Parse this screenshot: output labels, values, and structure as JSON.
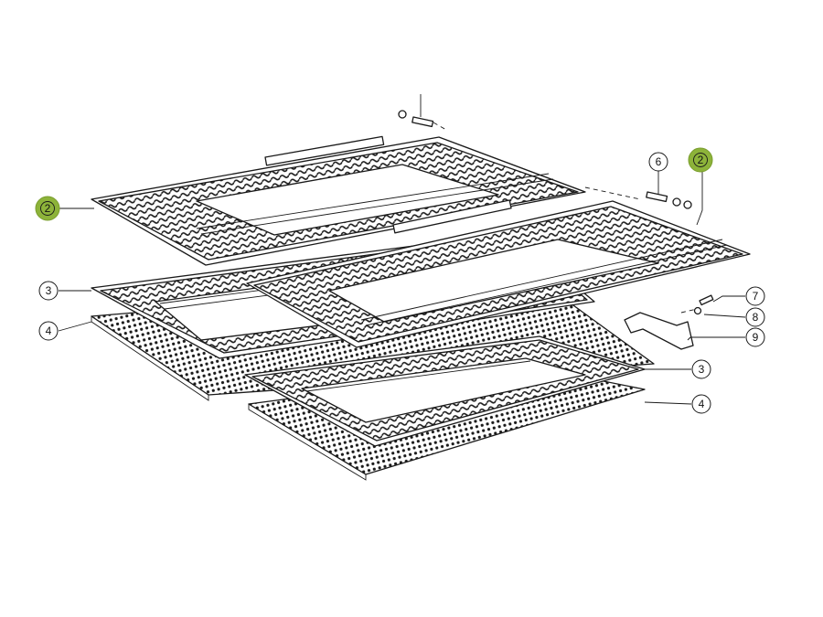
{
  "callouts": [
    {
      "id": "c2-left",
      "label": "2",
      "highlight": true
    },
    {
      "id": "c2-right",
      "label": "2",
      "highlight": true
    },
    {
      "id": "c3-left",
      "label": "3",
      "highlight": false
    },
    {
      "id": "c3-right",
      "label": "3",
      "highlight": false
    },
    {
      "id": "c4-left",
      "label": "4",
      "highlight": false
    },
    {
      "id": "c4-right",
      "label": "4",
      "highlight": false
    },
    {
      "id": "c6",
      "label": "6",
      "highlight": false
    },
    {
      "id": "c7",
      "label": "7",
      "highlight": false
    },
    {
      "id": "c8",
      "label": "8",
      "highlight": false
    },
    {
      "id": "c9",
      "label": "9",
      "highlight": false
    }
  ],
  "colors": {
    "highlight": "#8db33a",
    "line": "#1a1a1a",
    "background": "#ffffff"
  }
}
